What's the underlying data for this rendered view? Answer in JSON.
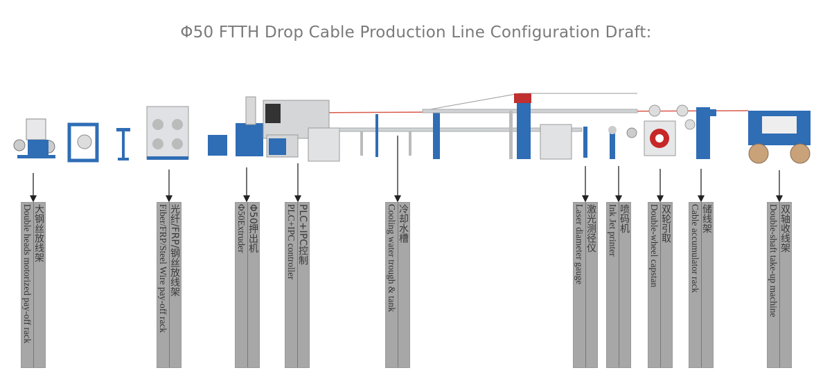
{
  "title": "Φ50 FTTH Drop Cable Production Line Configuration Draft:",
  "colors": {
    "blue": "#2f6db5",
    "steel": "#cfd3d6",
    "label_bg": "#a7a7a7",
    "cable": "#d9584a"
  },
  "stations": [
    {
      "zh": "大钢丝放线架",
      "en": "Double heads motorized pay-off rack"
    },
    {
      "zh": "光纤/FRP/钢丝放线架",
      "en": "Fiber/FRP/Steel Wire pay-off rack"
    },
    {
      "zh": "Φ50押出机",
      "en": "Φ50Extruder"
    },
    {
      "zh": "PLC+IPC控制",
      "en": "PLC+IPC controller"
    },
    {
      "zh": "冷却水槽",
      "en": "Cooling water trough & tank"
    },
    {
      "zh": "激光测径仪",
      "en": "Laser diameter gauge"
    },
    {
      "zh": "喷码机",
      "en": "Ink Jet printer"
    },
    {
      "zh": "双轮引取",
      "en": "Double-wheel capstan"
    },
    {
      "zh": "储线架",
      "en": "Cable accumulator rack"
    },
    {
      "zh": "双轴收线架",
      "en": "Double-shaft take-up machine"
    }
  ]
}
